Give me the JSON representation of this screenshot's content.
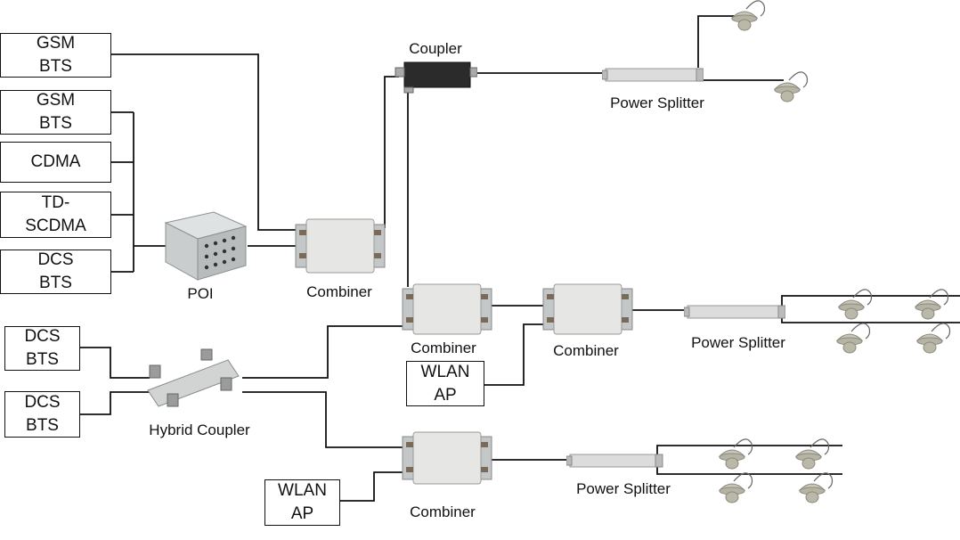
{
  "sources": {
    "gsm_bts_1": "GSM\nBTS",
    "gsm_bts_2": "GSM\nBTS",
    "cdma": "CDMA",
    "td_scdma": "TD-\nSCDMA",
    "dcs_bts_1": "DCS\nBTS",
    "dcs_bts_2": "DCS\nBTS",
    "dcs_bts_3": "DCS\nBTS",
    "wlan_ap_1": "WLAN\nAP",
    "wlan_ap_2": "WLAN\nAP"
  },
  "labels": {
    "poi": "POI",
    "combiner_top": "Combiner",
    "coupler": "Coupler",
    "power_splitter_top": "Power Splitter",
    "combiner_mid_left": "Combiner",
    "combiner_mid_right": "Combiner",
    "power_splitter_mid": "Power Splitter",
    "hybrid_coupler": "Hybrid Coupler",
    "combiner_bottom": "Combiner",
    "power_splitter_bottom": "Power Splitter"
  }
}
